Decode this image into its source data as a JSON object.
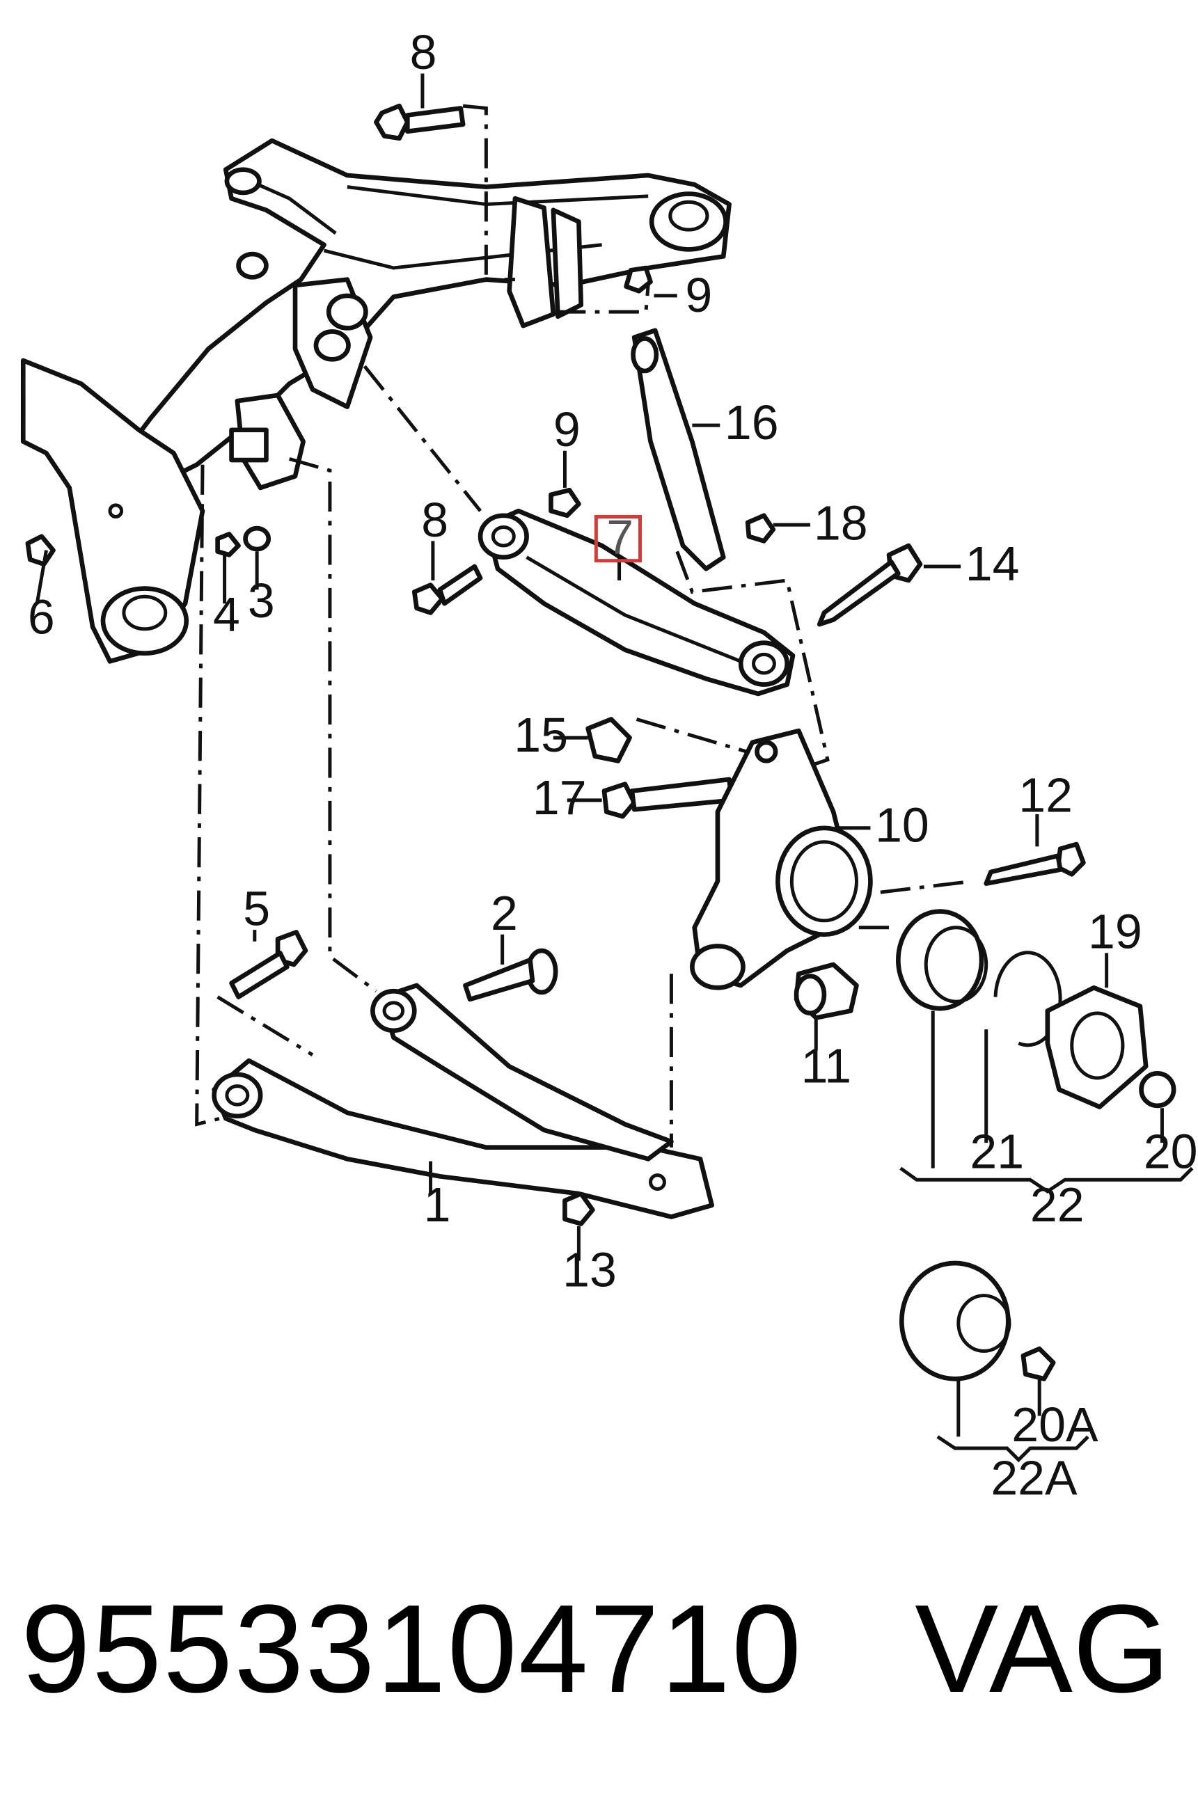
{
  "callouts": [
    {
      "id": "c8a",
      "label": "8"
    },
    {
      "id": "c9a",
      "label": "9"
    },
    {
      "id": "c9b",
      "label": "9"
    },
    {
      "id": "c16",
      "label": "16"
    },
    {
      "id": "c7",
      "label": "7"
    },
    {
      "id": "c8b",
      "label": "8"
    },
    {
      "id": "c18",
      "label": "18"
    },
    {
      "id": "c14",
      "label": "14"
    },
    {
      "id": "c6",
      "label": "6"
    },
    {
      "id": "c4",
      "label": "4"
    },
    {
      "id": "c3",
      "label": "3"
    },
    {
      "id": "c15",
      "label": "15"
    },
    {
      "id": "c17",
      "label": "17"
    },
    {
      "id": "c10",
      "label": "10"
    },
    {
      "id": "c12",
      "label": "12"
    },
    {
      "id": "c5",
      "label": "5"
    },
    {
      "id": "c2",
      "label": "2"
    },
    {
      "id": "c19",
      "label": "19"
    },
    {
      "id": "c11",
      "label": "11"
    },
    {
      "id": "c21",
      "label": "21"
    },
    {
      "id": "c20",
      "label": "20"
    },
    {
      "id": "c22",
      "label": "22"
    },
    {
      "id": "c1",
      "label": "1"
    },
    {
      "id": "c13",
      "label": "13"
    },
    {
      "id": "c20A",
      "label": "20A"
    },
    {
      "id": "c22A",
      "label": "22A"
    }
  ],
  "highlighted_callout": "7",
  "highlight_color": "#d13b3b",
  "footer": {
    "part_number": "95533104710",
    "brand": "VAG"
  }
}
